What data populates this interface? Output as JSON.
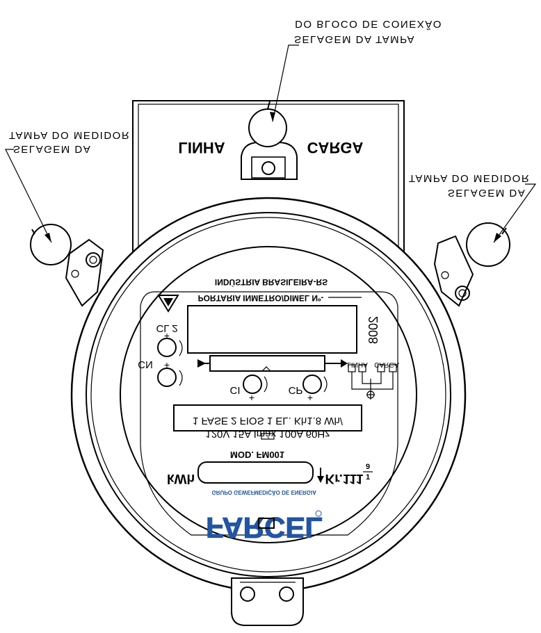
{
  "callouts": {
    "top_line1": "DO BLOCO DE CONEXÃO",
    "top_line2": "SELAGEM DA TAMPA",
    "left_line1": "TAMPA DO MEDIDOR",
    "left_line2": "SELAGEM DA",
    "right_line1": "TAMPA DO MEDIDOR",
    "right_line2": "SELAGEM DA"
  },
  "terminal_block": {
    "left_label": "LINHA",
    "right_label": "CARGA"
  },
  "nameplate": {
    "manufacturer_text": "INDÚSTRIA BRASILEIRA-RS",
    "portaria_text": "PORTARIA INMETRO/DIMEL Nº-",
    "year": "2008",
    "cl2_label": "CL 2",
    "cn_label": "CN",
    "ci_label": "CI",
    "cp_label": "CP",
    "plus_sign": "+",
    "diagram_label_linha": "LINHA",
    "diagram_label_carga": "CARGA",
    "spec_line1": "1 FASE  2 FIOS  1 EL.  Kh1.8 Wh/",
    "spec_line2": "120V   15A   Imáx 100A   60Hz",
    "model": "MOD. FM001",
    "unit": "kWh",
    "kr_text": "Kr.111",
    "kr_fraction_top": "9",
    "kr_fraction_bottom": "1"
  },
  "brand": {
    "name": "FARCEL",
    "tagline_left": "GRUPO GEWEF",
    "tagline_right": "MEDIÇÃO DE ENERGIA",
    "color": "#2255a4"
  }
}
